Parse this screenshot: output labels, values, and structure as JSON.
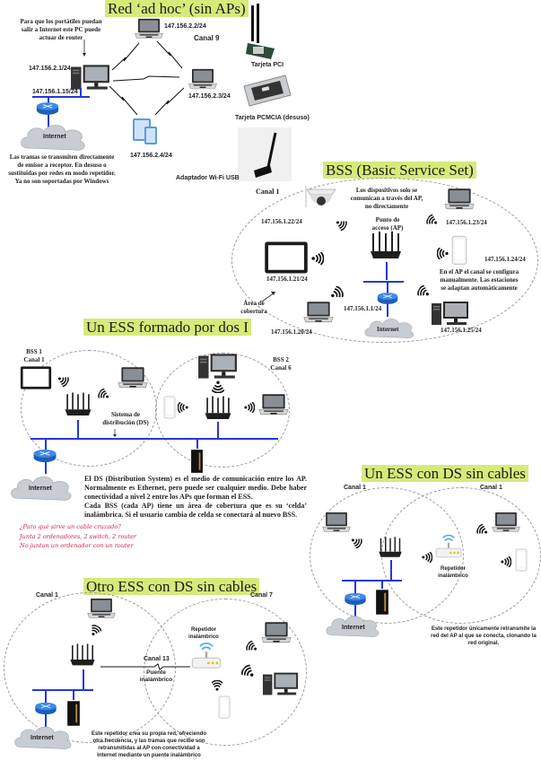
{
  "sections": {
    "adhoc": {
      "title": "Red ‘ad hoc’ (sin APs)",
      "router_note": "Para que los portátiles puedan salir a Internet este PC puede actuar de router",
      "ips": {
        "pc_wifi": "147.156.2.1/24",
        "pc_eth": "147.156.1.15/24",
        "laptop_top": "147.156.2.2/24",
        "laptop_right": "147.156.2.3/24",
        "tablet": "147.156.2.4/24"
      },
      "channel": "Canal 9",
      "internet": "Internet",
      "bottom_note": "Las tramas se transmiten directamente de emisor a receptor. En desuso o sustituidas por redes en modo repetidor. Ya no son soportadas por Windows"
    },
    "hardware": {
      "items": [
        {
          "label": "Tarjeta PCI"
        },
        {
          "label": "Tarjeta PCMCIA (desuso)"
        },
        {
          "label": "Adaptador Wi-Fi USB"
        }
      ]
    },
    "bss": {
      "title": "BSS (Basic Service Set)",
      "channel": "Canal 1",
      "top_note": "Los dispositivos solo se comunican a través del AP, no directamente",
      "ap_label": "Punto de acceso (AP)",
      "ips": {
        "camera": "147.156.1.22/24",
        "laptop_top": "147.156.1.23/24",
        "tablet": "147.156.1.21/24",
        "phone": "147.156.1.24/24",
        "laptop_bottom": "147.156.1.20/24",
        "router": "147.156.1.1/24",
        "pc": "147.156.1.25/24"
      },
      "channel_note": "En el AP el canal se configura manualmente. Las estaciones se adaptan automáticamente",
      "coverage_label": "Área de cobertura",
      "internet": "Internet"
    },
    "ess": {
      "title": "Un ESS formado por dos I",
      "bss1": "BSS 1",
      "bss1_channel": "Canal 1",
      "bss2": "BSS 2",
      "bss2_channel": "Canal 6",
      "ds_label": "Sistema de distribución (DS)",
      "internet": "Internet",
      "note_p1": "El DS (Distribution System) es el medio de comunicación entre los AP. Normalmente es Ethernet, pero puede ser cualquier medio. Debe haber conectividad a nivel 2 entre los APs que forman el ESS.",
      "note_p2": "Cada BSS (cada AP) tiene un área de cobertura que es su ‘celda’ inalámbrica. Si el usuario cambia de celda se conectará al nuevo BSS."
    },
    "handwritten": {
      "lines": [
        "¿Para qué sirve un cable cruzado?",
        "Junta 2 ordenadores, 2 switch, 2 router",
        "No juntan un ordenador con un router"
      ]
    },
    "ess_wireless": {
      "title": "Un ESS con DS sin cables",
      "channel_left": "Canal 1",
      "channel_right": "Canal 1",
      "repeater": "Repetidor inalámbrico",
      "internet": "Internet",
      "note": "Este repetidor únicamente retransmite la red del AP al que se conecta, clonando la red original."
    },
    "ess_wireless2": {
      "title": "Otro ESS con DS sin cables",
      "channel_left": "Canal 1",
      "channel_right": "Canal 7",
      "bridge_channel": "Canal 13",
      "bridge_label": "Puente inalámbrico",
      "repeater": "Repetidor inalámbrico",
      "internet": "Internet",
      "note": "Este repetidor crea su propia red, ofreciendo otra frecuencia, y las tramas que recibe son retransmitidas al AP con conectividad a Internet mediante un puente inalámbrico"
    }
  },
  "colors": {
    "title_highlight": "#d6ea7a",
    "ethernet_bus": "#2438d8",
    "router_blue": "#2a7ad8",
    "cloud": "#c8cdd4",
    "handwriting": "#d0204a"
  }
}
